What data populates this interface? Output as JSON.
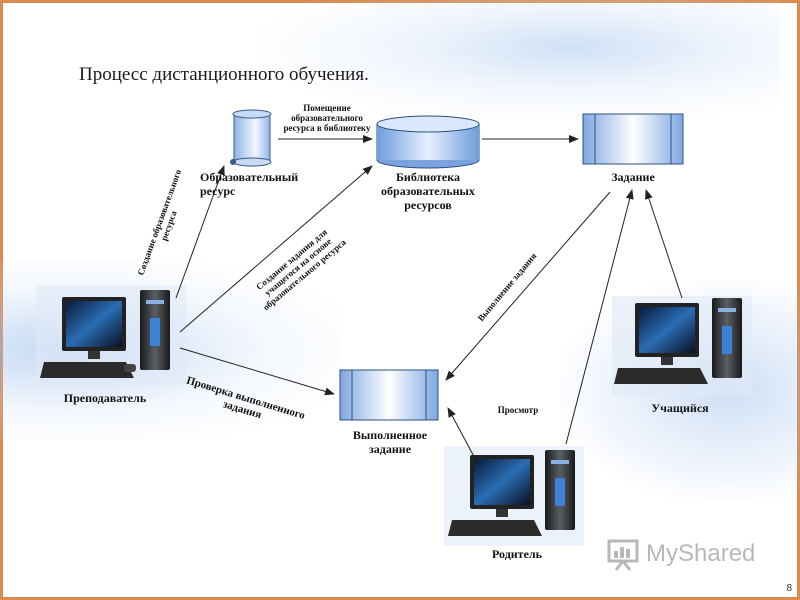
{
  "title": "Процесс дистанционного обучения.",
  "nodes": {
    "resource": "Образовательный\nресурс",
    "library": "Библиотека\nобразовательных\nресурсов",
    "task": "Задание",
    "completed": "Выполненное\nзадание",
    "teacher": "Преподаватель",
    "student": "Учащийся",
    "parent": "Родитель"
  },
  "edges": {
    "create_resource": "Создание образовательного\nресурса",
    "place_resource": "Помещение\nобразовательного\nресурса в библиотеку",
    "create_task": "Создание задания для\nучащегося на основе\nобразовательного ресурса",
    "check_task": "Проверка выполненного\nзадания",
    "do_task": "Выполнение задания",
    "view": "Просмотр"
  },
  "page_number": "8",
  "watermark": "MyShared"
}
